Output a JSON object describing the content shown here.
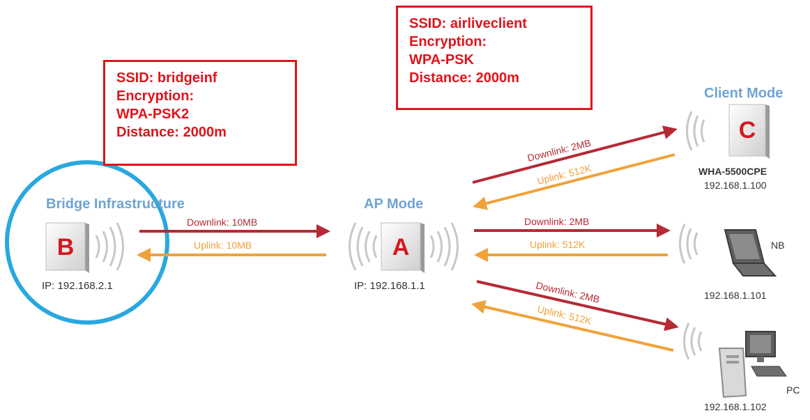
{
  "info_boxes": {
    "bridge": {
      "ssid": "SSID: bridgeinf",
      "encryption_label": "Encryption:",
      "encryption": "WPA-PSK2",
      "distance": "Distance: 2000m"
    },
    "ap": {
      "ssid": "SSID: airliveclient",
      "encryption_label": "Encryption:",
      "encryption": "WPA-PSK",
      "distance": "Distance: 2000m"
    }
  },
  "nodes": {
    "bridge": {
      "title": "Bridge Infrastructure",
      "letter": "B",
      "ip": "IP: 192.168.2.1"
    },
    "ap": {
      "title": "AP Mode",
      "letter": "A",
      "ip": "IP: 192.168.1.1"
    },
    "client": {
      "title": "Client Mode",
      "letter": "C",
      "model": "WHA-5500CPE",
      "ip": "192.168.1.100"
    },
    "nb": {
      "name": "NB",
      "ip": "192.168.1.101"
    },
    "pc": {
      "name": "PC",
      "ip": "192.168.1.102"
    }
  },
  "links": {
    "b_a": {
      "down": "Downlink: 10MB",
      "up": "Uplink: 10MB"
    },
    "a_c": {
      "down": "Downlink: 2MB",
      "up": "Uplink: 512K"
    },
    "a_nb": {
      "down": "Downlink: 2MB",
      "up": "Uplink: 512K"
    },
    "a_pc": {
      "down": "Downlink: 2MB",
      "up": "Uplink: 512K"
    }
  },
  "colors": {
    "box_red": "#e0131b",
    "downlink": "#b52a33",
    "uplink": "#f0a23a",
    "title_blue": "#6fa3d3",
    "highlight_circle": "#29a8df"
  }
}
